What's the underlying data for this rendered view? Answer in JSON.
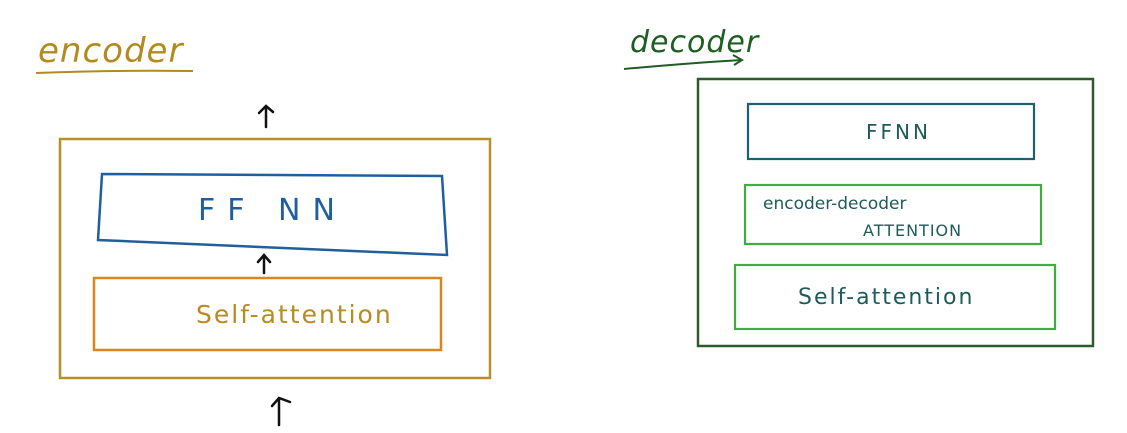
{
  "encoder": {
    "title": "encoder",
    "ffnn_label": "FF NN",
    "self_attention_label": "Self-attention"
  },
  "decoder": {
    "title": "decoder",
    "ffnn_label": "FFNN",
    "enc_dec_label_line1": "encoder-decoder",
    "enc_dec_label_line2": "ATTENTION",
    "self_attention_label": "Self-attention"
  },
  "colors": {
    "encoder_title": "#b28a1f",
    "encoder_frame": "#b8902a",
    "encoder_ffnn": "#1f5f9e",
    "encoder_self_attention": "#d9861c",
    "encoder_self_attention_text": "#b88a22",
    "decoder_title": "#1f5e22",
    "decoder_frame": "#2a5d2a",
    "decoder_ffnn": "#1f6070",
    "decoder_inner_boxes": "#3fae3f",
    "decoder_inner_text": "#1e5a5a",
    "arrows": "#111111"
  }
}
